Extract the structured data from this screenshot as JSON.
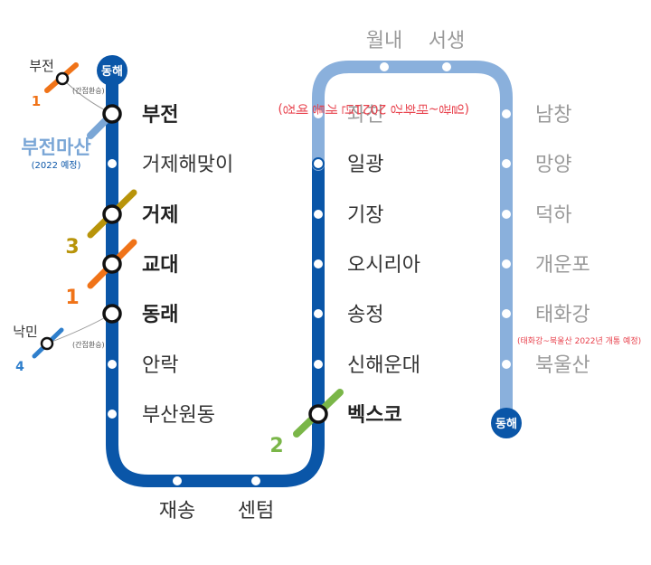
{
  "colors": {
    "donghae_line": "#0a56a8",
    "donghae_future": "#8ab0dc",
    "line1": "#f07318",
    "line2": "#7ab648",
    "line3": "#b8940a",
    "line4": "#2f7fcc",
    "busan_gimhae": "#7aa6d6",
    "note_red": "#e8414c"
  },
  "terminals": {
    "top": "동해",
    "bottom": "동해"
  },
  "stations_main": [
    {
      "name": "부전",
      "type": "transfer"
    },
    {
      "name": "거제해맞이",
      "type": "regular"
    },
    {
      "name": "거제",
      "type": "transfer"
    },
    {
      "name": "교대",
      "type": "transfer"
    },
    {
      "name": "동래",
      "type": "transfer"
    },
    {
      "name": "안락",
      "type": "regular"
    },
    {
      "name": "부산원동",
      "type": "regular"
    }
  ],
  "stations_bottom": [
    "재송",
    "센텀"
  ],
  "stations_middle": [
    {
      "name": "좌천",
      "type": "future"
    },
    {
      "name": "일광",
      "type": "regular"
    },
    {
      "name": "기장",
      "type": "regular"
    },
    {
      "name": "오시리아",
      "type": "regular"
    },
    {
      "name": "송정",
      "type": "regular"
    },
    {
      "name": "신해운대",
      "type": "regular"
    },
    {
      "name": "벡스코",
      "type": "transfer"
    }
  ],
  "stations_top": [
    "월내",
    "서생"
  ],
  "stations_right": [
    "남창",
    "망양",
    "덕하",
    "개운포",
    "태화강",
    "북울산"
  ],
  "transfers": {
    "bujeon": {
      "station": "부전",
      "line": "1",
      "note": "(간접환승)"
    },
    "bujeon_masan": {
      "name": "부전마산",
      "note": "(2022 예정)"
    },
    "geoje": {
      "line": "3"
    },
    "gyodae": {
      "line": "1"
    },
    "nakmin": {
      "station": "낙민",
      "line": "4",
      "note": "(간접환승)"
    },
    "bexco": {
      "line": "2"
    }
  },
  "notes": {
    "vertical": "(일광~태화강 2021년 개통 예정)",
    "taehwagang": "(태화강~북울산 2022년 개통 예정)"
  }
}
